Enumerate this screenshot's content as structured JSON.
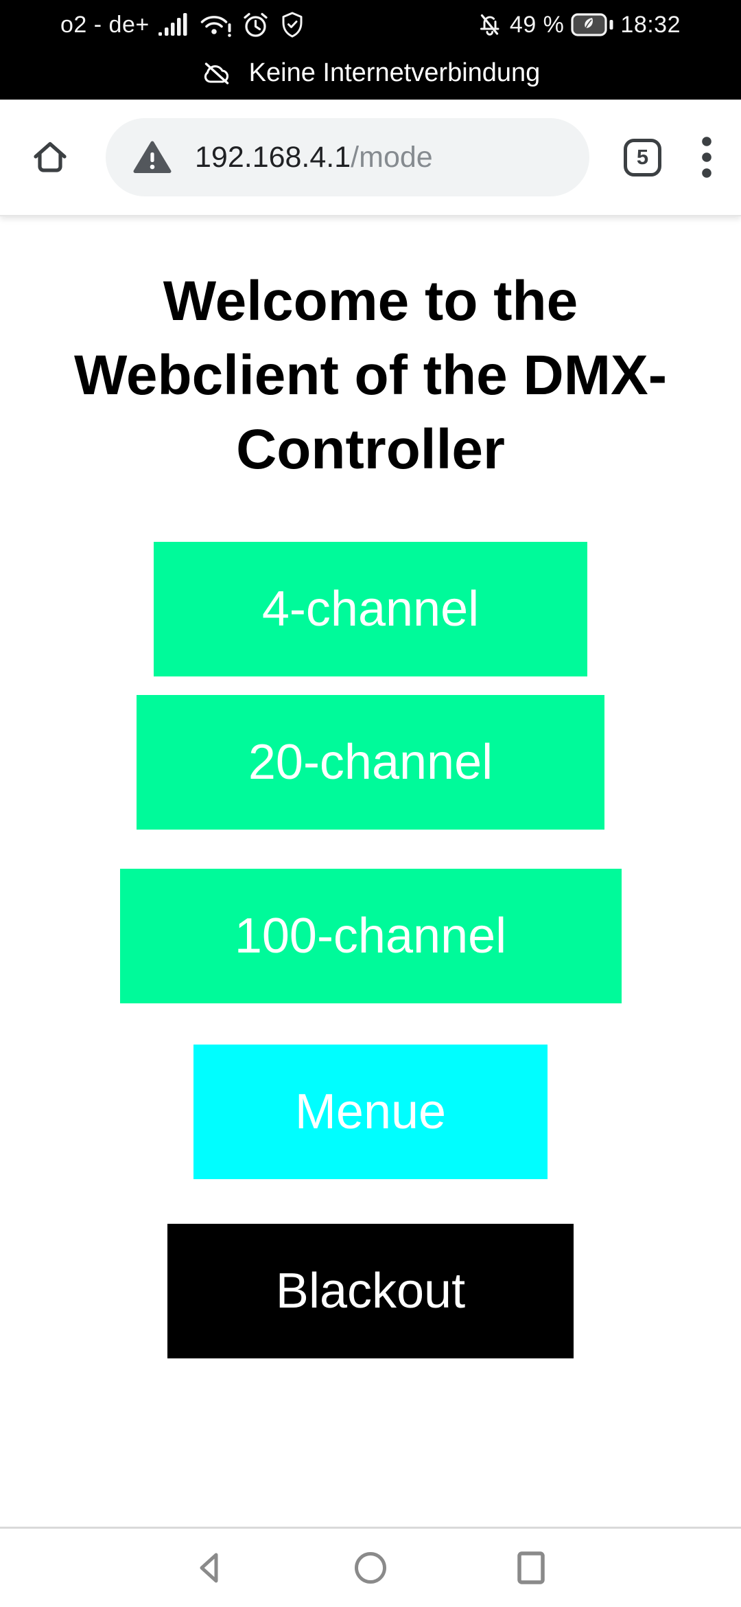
{
  "status_bar": {
    "carrier": "o2 - de+",
    "left_icons": [
      "signal-strength",
      "wifi-alert",
      "alarm",
      "shield-check"
    ],
    "battery_percent": "49 %",
    "time": "18:32",
    "right_icons": [
      "notifications-off",
      "battery-saver"
    ],
    "banner": {
      "icon": "cloud-offline",
      "text": "Keine Internetverbindung"
    }
  },
  "browser": {
    "url_host": "192.168.4.1",
    "url_path": "/mode",
    "security_icon": "warning-triangle",
    "tab_count": "5",
    "colors": {
      "pill_bg": "#f1f3f4",
      "icon": "#3c4043",
      "url_host": "#202124",
      "url_path": "#868b90"
    }
  },
  "page": {
    "title_lines": [
      "Welcome to the",
      "Webclient of the DMX-",
      "Controller"
    ],
    "buttons": [
      {
        "label": "4-channel",
        "bg": "#00fa9a",
        "fg": "#ffffff"
      },
      {
        "label": "20-channel",
        "bg": "#00fa9a",
        "fg": "#ffffff"
      },
      {
        "label": "100-channel",
        "bg": "#00fa9a",
        "fg": "#ffffff"
      },
      {
        "label": "Menue",
        "bg": "#00feff",
        "fg": "#ffffff"
      },
      {
        "label": "Blackout",
        "bg": "#000000",
        "fg": "#ffffff"
      }
    ]
  },
  "nav_bar": {
    "icons": [
      "back",
      "home-circle",
      "recents"
    ]
  }
}
